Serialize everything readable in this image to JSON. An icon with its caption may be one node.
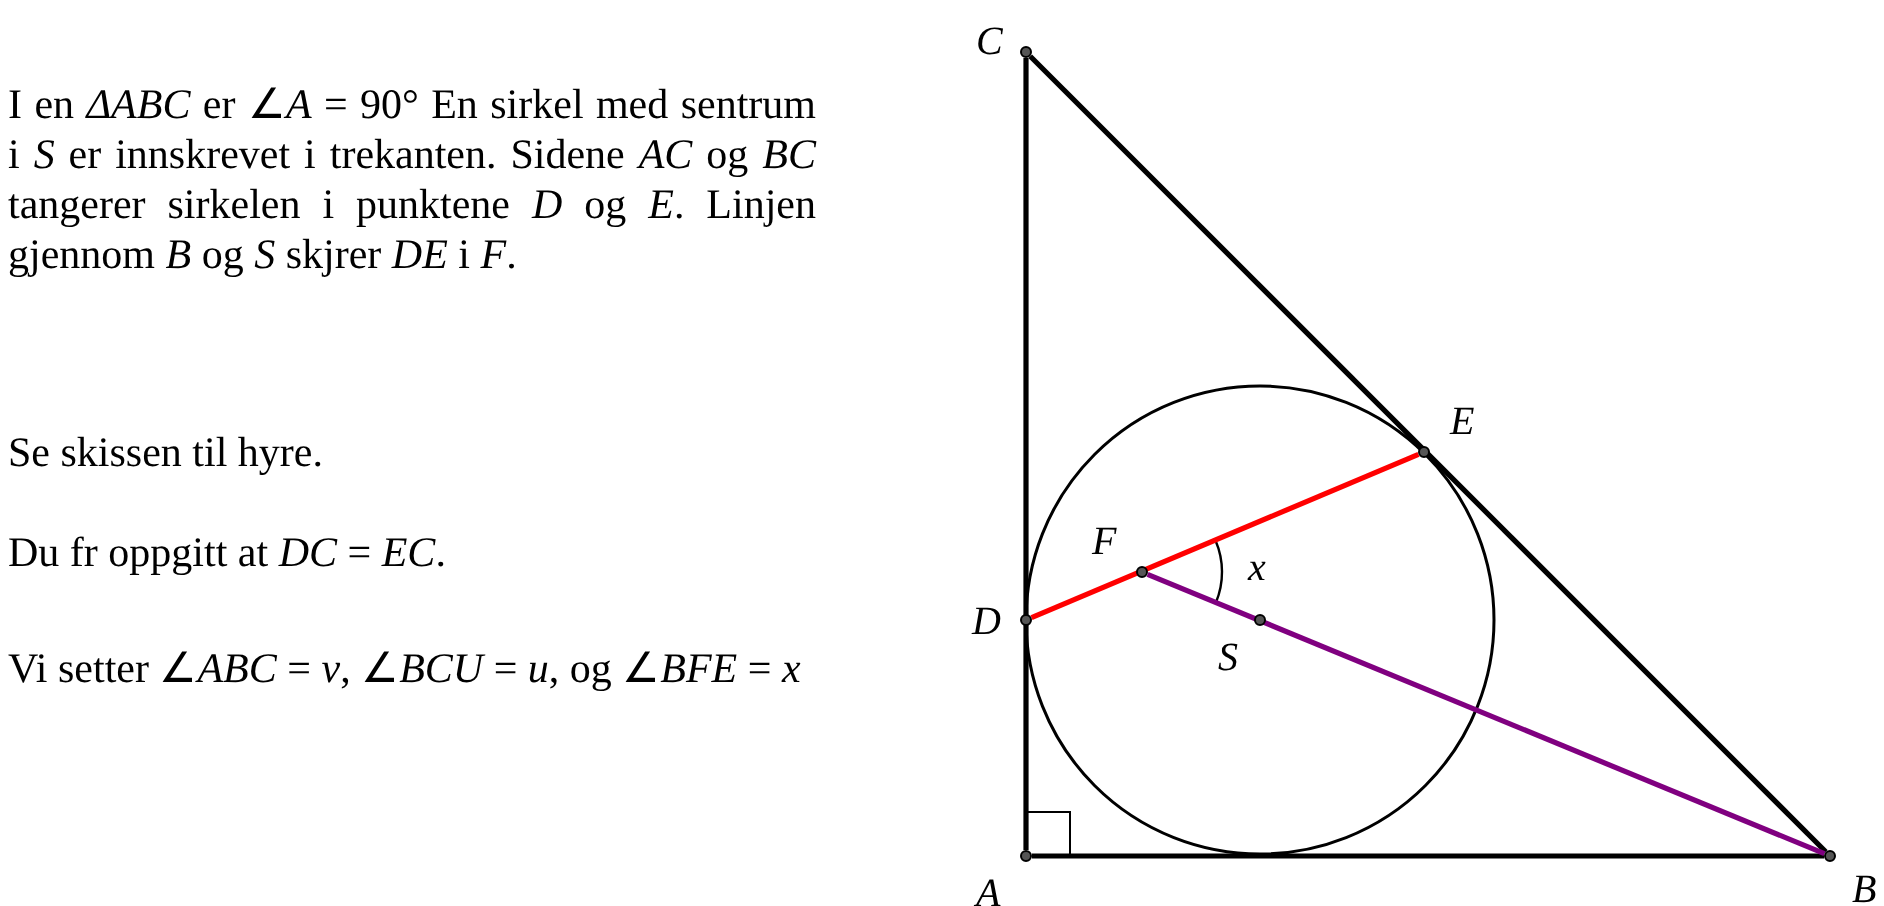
{
  "diagram": {
    "nodes": [
      {
        "text": [
          "C"
        ]
      },
      {
        "text": [
          "E"
        ]
      },
      {
        "text": [
          "F"
        ]
      },
      {
        "text": [
          "D"
        ]
      },
      {
        "text": [
          "S"
        ]
      },
      {
        "text": [
          "A"
        ]
      },
      {
        "text": [
          "B"
        ]
      }
    ],
    "edges": [
      {
        "from": 5,
        "to": 0,
        "arrow": "none"
      },
      {
        "from": 5,
        "to": 6,
        "arrow": "none"
      },
      {
        "from": 0,
        "to": 6,
        "arrow": "none"
      },
      {
        "from": 3,
        "to": 1,
        "arrow": "none",
        "color": "#ff0000"
      },
      {
        "from": 2,
        "to": 6,
        "arrow": "none",
        "color": "#800080"
      }
    ],
    "labels": [
      "I en *ΔABC* er ∠*A* = 90° En sirkel med sentrum i *S* er innskrevet i trekanten. Sidene *AC* og *BC* tangerer sirkelen i punktene *D* og *E*. Linjen gjennom *B* og *S* skjrer *DE* i *F*.",
      "Se skissen til hyre.",
      "Du fr oppgitt at *DC* = *EC*.",
      "Vi setter ∠*ABC* = *v*, ∠*BCU* = *u*, og ∠*BFE* = *x*",
      "x"
    ]
  }
}
